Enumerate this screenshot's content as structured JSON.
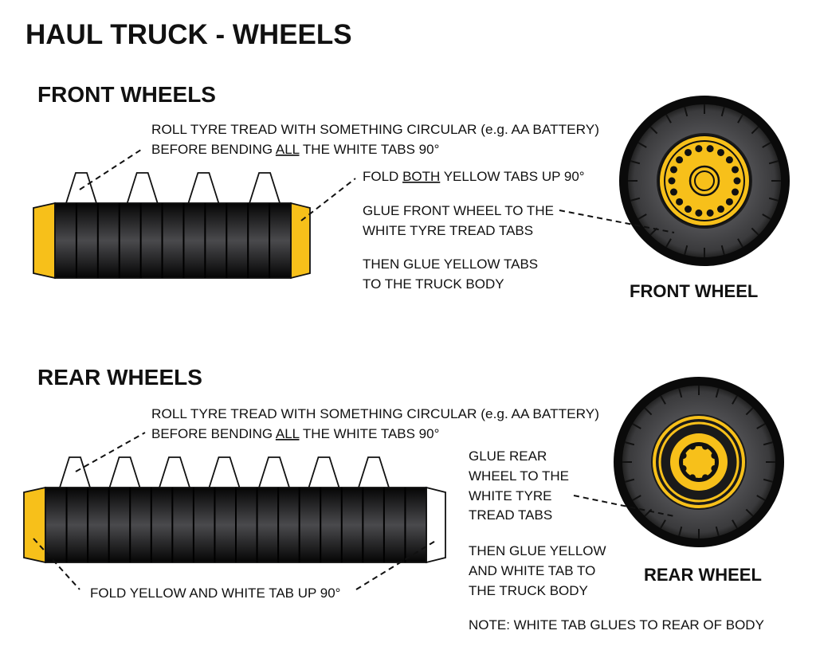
{
  "title": "HAUL TRUCK - WHEELS",
  "colors": {
    "yellow": "#f7c01a",
    "tyre": "#4a4a4d",
    "black": "#111111"
  },
  "front": {
    "heading": "FRONT WHEELS",
    "roll_line1": "ROLL TYRE TREAD WITH SOMETHING CIRCULAR (e.g. AA BATTERY)",
    "roll_line2_a": "BEFORE BENDING ",
    "roll_line2_u": "ALL",
    "roll_line2_b": " THE WHITE TABS 90°",
    "fold_a": "FOLD ",
    "fold_u": "BOTH",
    "fold_b": " YELLOW TABS UP 90°",
    "glue_lines": [
      "GLUE FRONT WHEEL TO THE",
      "WHITE TYRE TREAD TABS"
    ],
    "then_lines": [
      "THEN GLUE  YELLOW TABS",
      "TO THE TRUCK BODY"
    ],
    "wheel_label": "FRONT WHEEL",
    "tab_count": 4,
    "segment_count": 11
  },
  "rear": {
    "heading": "REAR WHEELS",
    "roll_line1": "ROLL TYRE TREAD WITH SOMETHING CIRCULAR (e.g. AA BATTERY)",
    "roll_line2_a": "BEFORE BENDING ",
    "roll_line2_u": "ALL",
    "roll_line2_b": " THE WHITE TABS 90°",
    "glue_lines": [
      "GLUE REAR",
      "WHEEL TO THE",
      "WHITE TYRE",
      "TREAD TABS"
    ],
    "then_lines": [
      "THEN GLUE  YELLOW",
      "AND WHITE TAB TO",
      "THE TRUCK BODY"
    ],
    "fold": "FOLD YELLOW AND WHITE TAB UP 90°",
    "note": "NOTE:  WHITE TAB GLUES TO REAR OF BODY",
    "wheel_label": "REAR WHEEL",
    "tab_count": 7,
    "segment_count": 18
  }
}
